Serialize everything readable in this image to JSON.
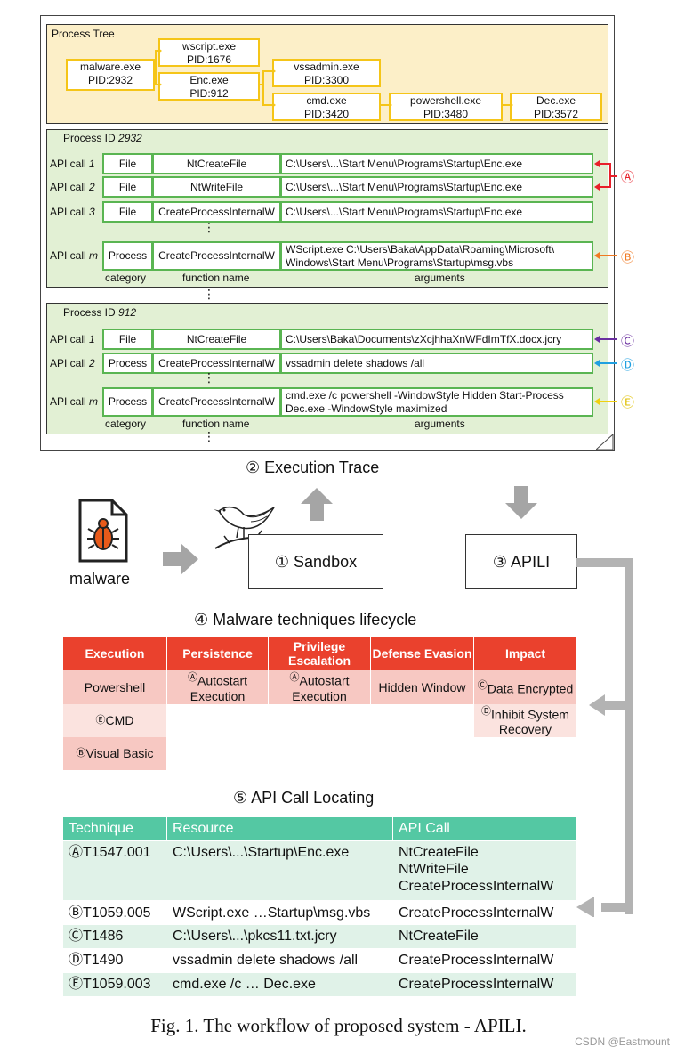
{
  "process_tree": {
    "title": "Process Tree",
    "nodes": {
      "malware": [
        "malware.exe",
        "PID:2932"
      ],
      "wscript": [
        "wscript.exe",
        "PID:1676"
      ],
      "enc": [
        "Enc.exe",
        "PID:912"
      ],
      "vssadmin": [
        "vssadmin.exe",
        "PID:3300"
      ],
      "cmd": [
        "cmd.exe",
        "PID:3420"
      ],
      "powershell": [
        "powershell.exe",
        "PID:3480"
      ],
      "dec": [
        "Dec.exe",
        "PID:3572"
      ]
    }
  },
  "pid1": {
    "title_prefix": "Process ID ",
    "title_id": "2932",
    "rows": [
      {
        "label": "API call ",
        "n": "1",
        "cat": "File",
        "fn": "NtCreateFile",
        "args": "C:\\Users\\...\\Start Menu\\Programs\\Startup\\Enc.exe"
      },
      {
        "label": "API call ",
        "n": "2",
        "cat": "File",
        "fn": "NtWriteFile",
        "args": "C:\\Users\\...\\Start Menu\\Programs\\Startup\\Enc.exe"
      },
      {
        "label": "API call ",
        "n": "3",
        "cat": "File",
        "fn": "CreateProcessInternalW",
        "args": "C:\\Users\\...\\Start Menu\\Programs\\Startup\\Enc.exe"
      },
      {
        "label": "API call ",
        "n": "m",
        "cat": "Process",
        "fn": "CreateProcessInternalW",
        "args": "WScript.exe C:\\Users\\Baka\\AppData\\Roaming\\Microsoft\\ Windows\\Start Menu\\Programs\\Startup\\msg.vbs"
      }
    ],
    "footer": {
      "category": "category",
      "function": "function name",
      "arguments": "arguments"
    }
  },
  "pid2": {
    "title_prefix": "Process ID ",
    "title_id": "912",
    "rows": [
      {
        "label": "API call ",
        "n": "1",
        "cat": "File",
        "fn": "NtCreateFile",
        "args": "C:\\Users\\Baka\\Documents\\zXcjhhaXnWFdImTfX.docx.jcry"
      },
      {
        "label": "API call ",
        "n": "2",
        "cat": "Process",
        "fn": "CreateProcessInternalW",
        "args": "vssadmin delete shadows /all"
      },
      {
        "label": "API call ",
        "n": "m",
        "cat": "Process",
        "fn": "CreateProcessInternalW",
        "args": "cmd.exe /c powershell -WindowStyle Hidden Start-Process Dec.exe -WindowStyle maximized"
      }
    ],
    "footer": {
      "category": "category",
      "function": "function name",
      "arguments": "arguments"
    }
  },
  "markers": {
    "A": "Ⓐ",
    "B": "Ⓑ",
    "C": "Ⓒ",
    "D": "Ⓓ",
    "E": "Ⓔ"
  },
  "marker_colors": {
    "A": "#e8202a",
    "B": "#f07a22",
    "C": "#6a2fa0",
    "D": "#20a0e0",
    "E": "#f0d010"
  },
  "workflow": {
    "execution_trace": "② Execution Trace",
    "malware_label": "malware",
    "sandbox": "① Sandbox",
    "apili": "③ APILI",
    "lifecycle_title": "④ Malware techniques lifecycle",
    "locating_title": "⑤ API Call Locating"
  },
  "lifecycle": {
    "headers": [
      "Execution",
      "Persistence",
      "Privilege Escalation",
      "Defense Evasion",
      "Impact"
    ],
    "cells": {
      "exec1": "Powershell",
      "exec2_mark": "Ⓔ",
      "exec2": "CMD",
      "exec3_mark": "Ⓑ",
      "exec3": "Visual Basic",
      "pers_mark": "Ⓐ",
      "pers": "Autostart Execution",
      "priv_mark": "Ⓐ",
      "priv": "Autostart Execution",
      "def": "Hidden Window",
      "imp1_mark": "Ⓒ",
      "imp1": "Data Encrypted",
      "imp2_mark": "Ⓓ",
      "imp2": "Inhibit System Recovery"
    }
  },
  "locating": {
    "headers": [
      "Technique",
      "Resource",
      "API Call"
    ],
    "rows": [
      {
        "tech": "ⒶT1547.001",
        "res": "C:\\Users\\...\\Startup\\Enc.exe",
        "api": [
          "NtCreateFile",
          "NtWriteFile",
          "CreateProcessInternalW"
        ]
      },
      {
        "tech": "ⒷT1059.005",
        "res": "WScript.exe …Startup\\msg.vbs",
        "api": [
          "CreateProcessInternalW"
        ]
      },
      {
        "tech": "ⒸT1486",
        "res": "C:\\Users\\...\\pkcs11.txt.jcry",
        "api": [
          "NtCreateFile"
        ]
      },
      {
        "tech": "ⒹT1490",
        "res": "vssadmin delete shadows /all",
        "api": [
          "CreateProcessInternalW"
        ]
      },
      {
        "tech": "ⒺT1059.003",
        "res": "cmd.exe /c … Dec.exe",
        "api": [
          "CreateProcessInternalW"
        ]
      }
    ]
  },
  "caption": "Fig. 1.   The workflow of proposed system - APILI.",
  "watermark": "CSDN @Eastmount"
}
